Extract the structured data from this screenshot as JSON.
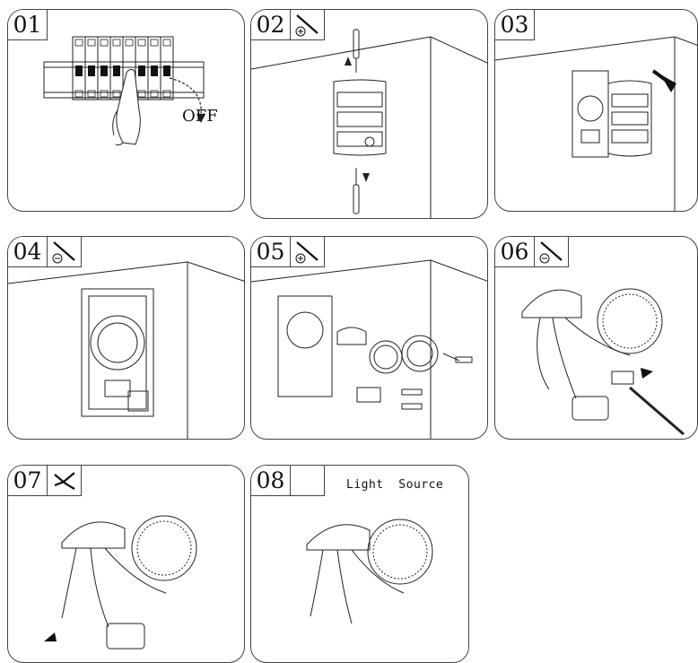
{
  "steps": [
    {
      "number": "01",
      "tool_icon": "",
      "label": "OFF"
    },
    {
      "number": "02",
      "tool_icon": "phillips-screwdriver-icon",
      "label": ""
    },
    {
      "number": "03",
      "tool_icon": "",
      "label": ""
    },
    {
      "number": "04",
      "tool_icon": "flat-screwdriver-icon",
      "label": ""
    },
    {
      "number": "05",
      "tool_icon": "phillips-screwdriver-icon",
      "label": ""
    },
    {
      "number": "06",
      "tool_icon": "flat-screwdriver-icon",
      "label": ""
    },
    {
      "number": "07",
      "tool_icon": "pliers-icon",
      "label": ""
    },
    {
      "number": "08",
      "tool_icon": "",
      "label": "Light  Source"
    }
  ]
}
